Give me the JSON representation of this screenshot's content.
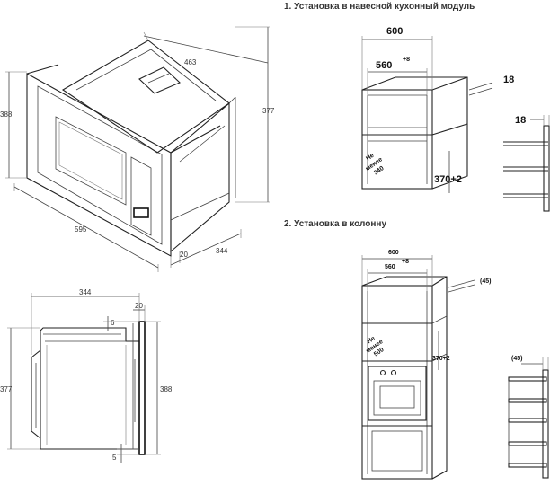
{
  "sections": {
    "title1": "1. Установка в навесной кухонный модуль",
    "title2": "2. Установка в колонну"
  },
  "iso_view": {
    "dim_width": "595",
    "dim_height": "388",
    "dim_depth": "463",
    "dim_side": "377",
    "dim_flange": "20",
    "dim_body_depth": "344"
  },
  "side_view": {
    "dim_depth": "344",
    "dim_flange": "20",
    "dim_top_gap": "6",
    "dim_body_height": "377",
    "dim_total_height": "388",
    "dim_bottom_gap": "5"
  },
  "cabinet1": {
    "dim_outer": "600",
    "dim_inner": "560",
    "dim_inner_tol": "+8",
    "dim_wall": "18",
    "dim_panel": "18",
    "min_label_1": "Не",
    "min_label_2": "менее",
    "min_value": "340",
    "dim_opening": "370+2"
  },
  "cabinet2": {
    "dim_outer": "600",
    "dim_inner": "560",
    "dim_inner_tol": "+8",
    "dim_gap": "(45)",
    "dim_panel": "(45)",
    "min_label_1": "Не",
    "min_label_2": "менее",
    "min_value": "500",
    "dim_opening": "370+2"
  },
  "colors": {
    "line": "#444444",
    "heavy": "#111111",
    "text": "#333333"
  }
}
